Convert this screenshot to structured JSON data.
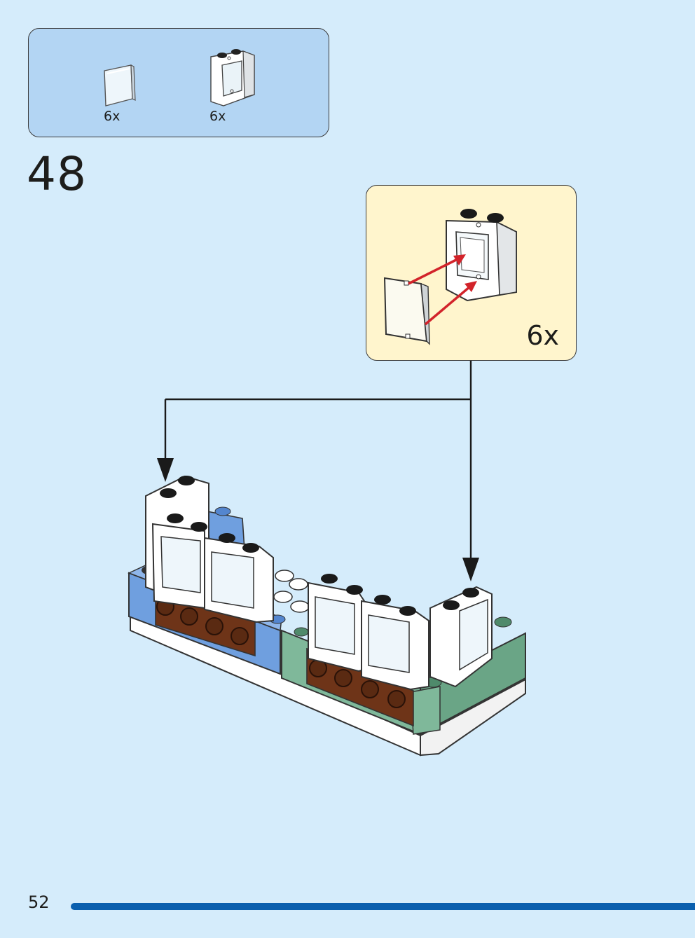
{
  "step_number": "48",
  "page_number": "52",
  "parts_list": [
    {
      "quantity": "6x",
      "icon": "window-glass-pane-icon"
    },
    {
      "quantity": "6x",
      "icon": "window-frame-1x2x2-icon"
    }
  ],
  "callout": {
    "quantity": "6x"
  },
  "colors": {
    "background": "#d5ecfb",
    "parts_box": "#b3d5f3",
    "callout_box": "#fff5cd",
    "progress_bar": "#0a5fae",
    "arrow": "#d2232a",
    "brick_blue": "#6f9fdf",
    "brick_green": "#7fb89a",
    "brick_brown": "#6e3418"
  }
}
